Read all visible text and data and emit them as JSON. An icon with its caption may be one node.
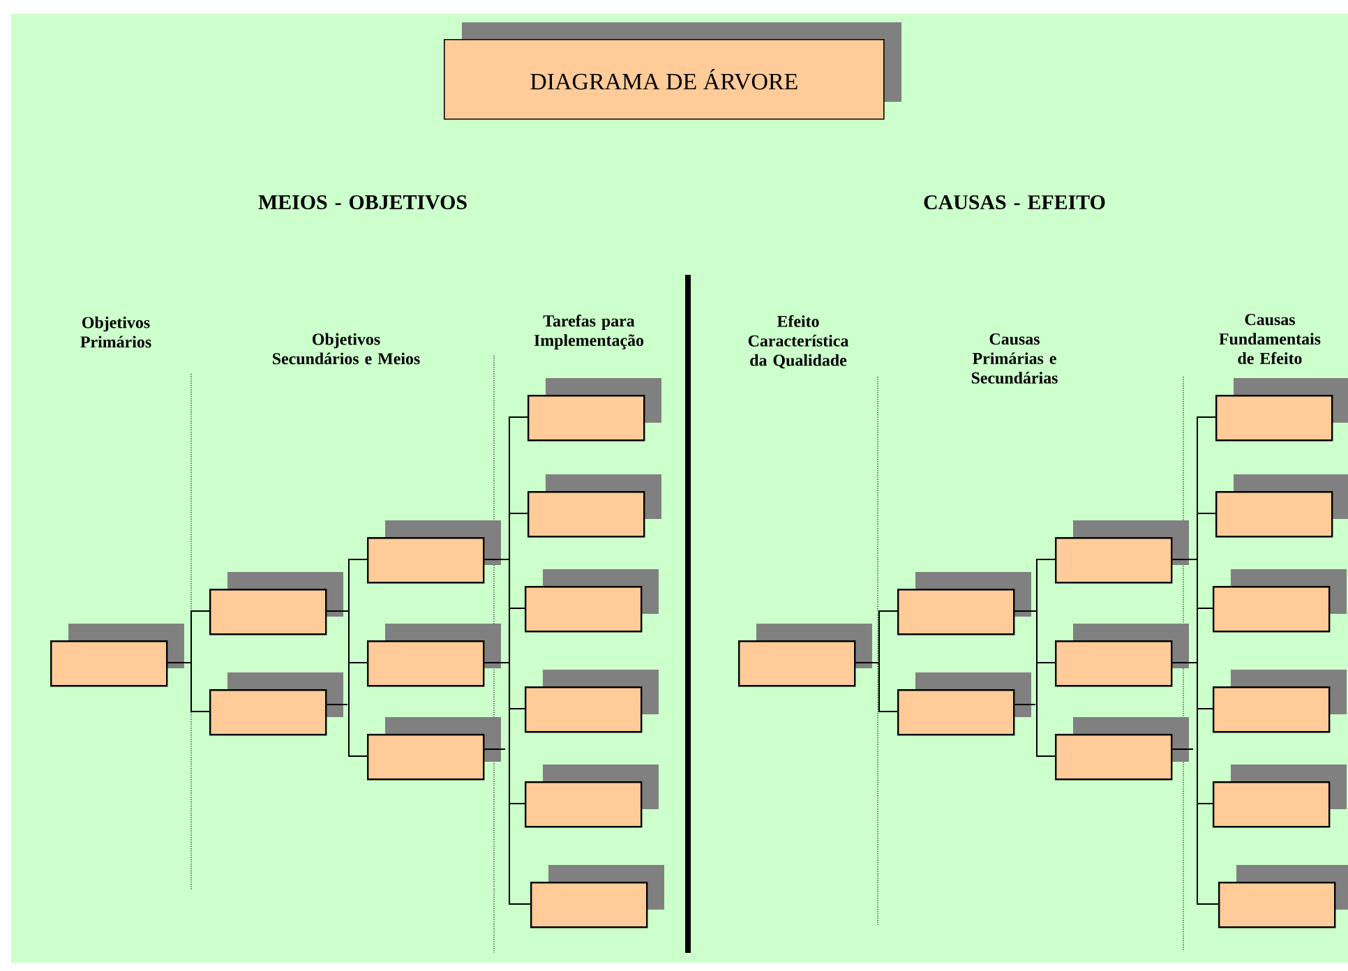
{
  "diagram": {
    "nodes": [
      {
        "text": [
          "DIAGRAMA DE ÁRVORE"
        ]
      },
      {
        "text": [],
        "shape": "box"
      },
      {
        "text": [],
        "shape": "box"
      },
      {
        "text": [],
        "shape": "box"
      },
      {
        "text": [],
        "shape": "box"
      },
      {
        "text": [],
        "shape": "box"
      },
      {
        "text": [],
        "shape": "box"
      },
      {
        "text": [],
        "shape": "box"
      },
      {
        "text": [],
        "shape": "box"
      },
      {
        "text": [],
        "shape": "box"
      },
      {
        "text": [],
        "shape": "box"
      },
      {
        "text": [],
        "shape": "box"
      },
      {
        "text": [],
        "shape": "box"
      },
      {
        "text": [],
        "shape": "box"
      },
      {
        "text": [],
        "shape": "box"
      },
      {
        "text": [],
        "shape": "box"
      },
      {
        "text": [],
        "shape": "box"
      },
      {
        "text": [],
        "shape": "box"
      },
      {
        "text": [],
        "shape": "box"
      },
      {
        "text": [],
        "shape": "box"
      },
      {
        "text": [],
        "shape": "box"
      },
      {
        "text": [],
        "shape": "box"
      },
      {
        "text": [],
        "shape": "box"
      },
      {
        "text": [],
        "shape": "box"
      },
      {
        "text": [],
        "shape": "box"
      }
    ],
    "edges": [
      {
        "from": 1,
        "to": 2,
        "arrow": "none"
      },
      {
        "from": 1,
        "to": 3,
        "arrow": "none"
      },
      {
        "from": 2,
        "to": 4,
        "arrow": "none"
      },
      {
        "from": 2,
        "to": 5,
        "arrow": "none"
      },
      {
        "from": 2,
        "to": 6,
        "arrow": "none"
      },
      {
        "from": 4,
        "to": 7,
        "arrow": "none"
      },
      {
        "from": 4,
        "to": 8,
        "arrow": "none"
      },
      {
        "from": 4,
        "to": 9,
        "arrow": "none"
      },
      {
        "from": 4,
        "to": 10,
        "arrow": "none"
      },
      {
        "from": 4,
        "to": 11,
        "arrow": "none"
      },
      {
        "from": 4,
        "to": 12,
        "arrow": "none"
      },
      {
        "from": 5,
        "to": 7,
        "arrow": "none"
      },
      {
        "from": 5,
        "to": 8,
        "arrow": "none"
      },
      {
        "from": 5,
        "to": 9,
        "arrow": "none"
      },
      {
        "from": 5,
        "to": 10,
        "arrow": "none"
      },
      {
        "from": 5,
        "to": 11,
        "arrow": "none"
      },
      {
        "from": 5,
        "to": 12,
        "arrow": "none"
      },
      {
        "from": 13,
        "to": 14,
        "arrow": "none"
      },
      {
        "from": 13,
        "to": 15,
        "arrow": "none"
      },
      {
        "from": 14,
        "to": 16,
        "arrow": "none"
      },
      {
        "from": 14,
        "to": 17,
        "arrow": "none"
      },
      {
        "from": 14,
        "to": 18,
        "arrow": "none"
      },
      {
        "from": 16,
        "to": 19,
        "arrow": "none"
      },
      {
        "from": 16,
        "to": 20,
        "arrow": "none"
      },
      {
        "from": 16,
        "to": 21,
        "arrow": "none"
      },
      {
        "from": 16,
        "to": 22,
        "arrow": "none"
      },
      {
        "from": 16,
        "to": 23,
        "arrow": "none"
      },
      {
        "from": 16,
        "to": 24,
        "arrow": "none"
      },
      {
        "from": 17,
        "to": 19,
        "arrow": "none"
      },
      {
        "from": 17,
        "to": 20,
        "arrow": "none"
      },
      {
        "from": 17,
        "to": 21,
        "arrow": "none"
      },
      {
        "from": 17,
        "to": 22,
        "arrow": "none"
      },
      {
        "from": 17,
        "to": 23,
        "arrow": "none"
      },
      {
        "from": 17,
        "to": 24,
        "arrow": "none"
      },
      {
        "from": 3,
        "to": null,
        "arrow": "none"
      },
      {
        "from": 6,
        "to": null,
        "arrow": "none"
      },
      {
        "from": 15,
        "to": null,
        "arrow": "none"
      },
      {
        "from": 18,
        "to": null,
        "arrow": "none"
      }
    ],
    "labels": [
      "MEIOS - OBJETIVOS",
      "CAUSAS - EFEITO",
      "Objetivos Primários",
      "Objetivos Secundários e Meios",
      "Tarefas para Implementação",
      "Efeito Característica da Qualidade",
      "Causas Primárias e Secundárias",
      "Causas Fundamentais de Efeito"
    ]
  }
}
